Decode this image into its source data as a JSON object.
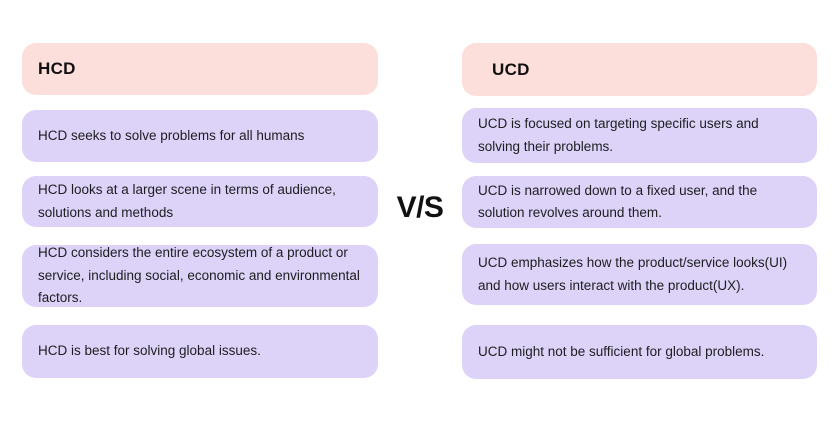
{
  "page": {
    "background": "#FFFFFF"
  },
  "colors": {
    "header_background": "#FCDEDA",
    "row_background": "#DDD3F9",
    "text": "#1D1D1F"
  },
  "vs_label": "V/S",
  "hcd": {
    "title": "HCD",
    "rows": [
      {
        "text": "HCD seeks to solve problems for all humans"
      },
      {
        "text": "HCD looks at a larger scene in terms of audience,\nsolutions and methods"
      },
      {
        "text": "HCD considers the entire ecosystem of a product or\nservice, including social, economic and environmental\nfactors."
      },
      {
        "text": "HCD is best for solving global issues."
      }
    ]
  },
  "ucd": {
    "title": "UCD",
    "rows": [
      {
        "text": "UCD is focused on targeting specific users and\nsolving their problems."
      },
      {
        "text": "UCD is narrowed down to a fixed user, and the\nsolution revolves around them."
      },
      {
        "text": "UCD emphasizes how the product/service looks(UI)\nand how users interact with the product(UX)."
      },
      {
        "text": "UCD might not be sufficient for global problems."
      }
    ]
  }
}
